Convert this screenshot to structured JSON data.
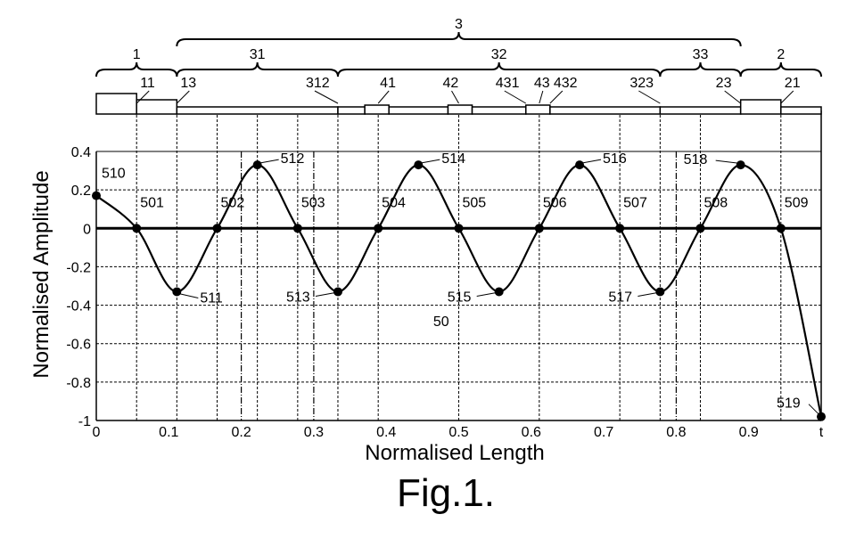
{
  "chart_data": {
    "type": "line",
    "xlabel": "Normalised Length",
    "ylabel": "Normalised Amplitude",
    "caption": "Fig.1.",
    "xlim": [
      0,
      1
    ],
    "ylim": [
      -1,
      0.4
    ],
    "xticks": [
      {
        "value": 0,
        "label": "0"
      },
      {
        "value": 0.1,
        "label": "0.1"
      },
      {
        "value": 0.2,
        "label": "0.2"
      },
      {
        "value": 0.3,
        "label": "0.3"
      },
      {
        "value": 0.4,
        "label": "0.4"
      },
      {
        "value": 0.5,
        "label": "0.5"
      },
      {
        "value": 0.6,
        "label": "0.6"
      },
      {
        "value": 0.7,
        "label": "0.7"
      },
      {
        "value": 0.8,
        "label": "0.8"
      },
      {
        "value": 0.9,
        "label": "0.9"
      },
      {
        "value": 1,
        "label": "t"
      }
    ],
    "yticks": [
      {
        "value": 0.4,
        "label": "0.4"
      },
      {
        "value": 0.2,
        "label": "0.2"
      },
      {
        "value": 0,
        "label": "0"
      },
      {
        "value": -0.2,
        "label": "-0.2"
      },
      {
        "value": -0.4,
        "label": "-0.4"
      },
      {
        "value": -0.6,
        "label": "-0.6"
      },
      {
        "value": -0.8,
        "label": "-0.8"
      },
      {
        "value": -1,
        "label": "-1"
      }
    ],
    "grid": true,
    "region_label": {
      "text": "50",
      "x": 0.45,
      "y": -0.5
    },
    "points": [
      {
        "label": "510",
        "x": 0,
        "y": 0.17
      },
      {
        "label": "501",
        "x": 0.0556,
        "y": 0
      },
      {
        "label": "511",
        "x": 0.1111,
        "y": -0.33
      },
      {
        "label": "502",
        "x": 0.1667,
        "y": 0
      },
      {
        "label": "512",
        "x": 0.2222,
        "y": 0.33
      },
      {
        "label": "503",
        "x": 0.2778,
        "y": 0
      },
      {
        "label": "513",
        "x": 0.3333,
        "y": -0.33
      },
      {
        "label": "504",
        "x": 0.3889,
        "y": 0
      },
      {
        "label": "514",
        "x": 0.4444,
        "y": 0.33
      },
      {
        "label": "505",
        "x": 0.5,
        "y": 0
      },
      {
        "label": "515",
        "x": 0.5556,
        "y": -0.33
      },
      {
        "label": "506",
        "x": 0.6111,
        "y": 0
      },
      {
        "label": "516",
        "x": 0.6667,
        "y": 0.33
      },
      {
        "label": "507",
        "x": 0.7222,
        "y": 0
      },
      {
        "label": "517",
        "x": 0.7778,
        "y": -0.33
      },
      {
        "label": "508",
        "x": 0.8333,
        "y": 0
      },
      {
        "label": "518",
        "x": 0.8889,
        "y": 0.33
      },
      {
        "label": "509",
        "x": 0.9444,
        "y": 0
      },
      {
        "label": "519",
        "x": 1,
        "y": -0.98
      }
    ],
    "segments": [
      {
        "x0": 0,
        "x1": 0.0556,
        "kind": "tall"
      },
      {
        "x0": 0.0556,
        "x1": 0.1111,
        "kind": "mid"
      },
      {
        "x0": 0.1111,
        "x1": 0.3333,
        "kind": "thin"
      },
      {
        "x0": 0.3333,
        "x1": 0.3704,
        "kind": "thin"
      },
      {
        "x0": 0.3704,
        "x1": 0.4037,
        "kind": "small"
      },
      {
        "x0": 0.4037,
        "x1": 0.4852,
        "kind": "thin"
      },
      {
        "x0": 0.4852,
        "x1": 0.5185,
        "kind": "small"
      },
      {
        "x0": 0.5185,
        "x1": 0.5926,
        "kind": "thin"
      },
      {
        "x0": 0.5926,
        "x1": 0.6259,
        "kind": "small"
      },
      {
        "x0": 0.6259,
        "x1": 0.7778,
        "kind": "thin"
      },
      {
        "x0": 0.7778,
        "x1": 0.8889,
        "kind": "thin"
      },
      {
        "x0": 0.8889,
        "x1": 0.9444,
        "kind": "mid"
      },
      {
        "x0": 0.9444,
        "x1": 1,
        "kind": "thin"
      }
    ],
    "segment_labels": [
      {
        "text": "11",
        "x": 0.0556
      },
      {
        "text": "13",
        "x": 0.1111
      },
      {
        "text": "312",
        "x": 0.3333
      },
      {
        "text": "41",
        "x": 0.3889
      },
      {
        "text": "42",
        "x": 0.5
      },
      {
        "text": "431",
        "x": 0.5926
      },
      {
        "text": "43",
        "x": 0.6111
      },
      {
        "text": "432",
        "x": 0.6259
      },
      {
        "text": "323",
        "x": 0.7778
      },
      {
        "text": "23",
        "x": 0.8889
      },
      {
        "text": "21",
        "x": 0.9444
      }
    ],
    "braces": [
      {
        "text": "3",
        "x0": 0.1111,
        "x1": 0.8889,
        "level": 2
      },
      {
        "text": "1",
        "x0": 0,
        "x1": 0.1111,
        "level": 1
      },
      {
        "text": "31",
        "x0": 0.1111,
        "x1": 0.3333,
        "level": 1
      },
      {
        "text": "32",
        "x0": 0.3333,
        "x1": 0.7778,
        "level": 1
      },
      {
        "text": "33",
        "x0": 0.7778,
        "x1": 0.8889,
        "level": 1
      },
      {
        "text": "2",
        "x0": 0.8889,
        "x1": 1,
        "level": 1
      }
    ],
    "vertical_guides": {
      "dashed": [
        0.0556,
        0.1111,
        0.1667,
        0.2222,
        0.2778,
        0.3333,
        0.3889,
        0.5,
        0.6111,
        0.7222,
        0.7778,
        0.8333,
        0.9444
      ],
      "dashdot": [
        0.2,
        0.3,
        0.8
      ]
    }
  }
}
